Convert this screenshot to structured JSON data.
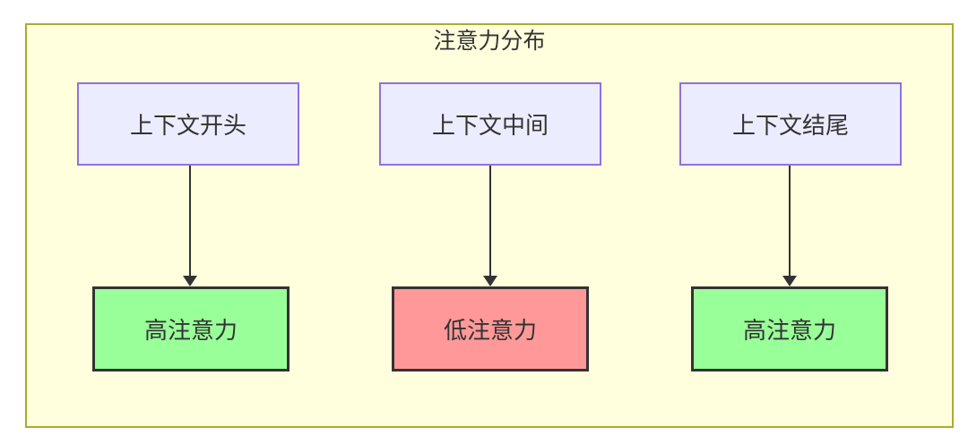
{
  "diagram": {
    "title": "注意力分布",
    "colors": {
      "cluster_fill": "#ffffde",
      "cluster_border": "#aaaa33",
      "source_fill": "#ececff",
      "source_border": "#9370db",
      "high_attention_fill": "#99ff99",
      "low_attention_fill": "#ff9999",
      "result_border": "#333333",
      "edge": "#333333",
      "text": "#333333"
    },
    "columns": [
      {
        "source": "上下文开头",
        "result": "高注意力",
        "result_type": "high"
      },
      {
        "source": "上下文中间",
        "result": "低注意力",
        "result_type": "low"
      },
      {
        "source": "上下文结尾",
        "result": "高注意力",
        "result_type": "high"
      }
    ]
  }
}
